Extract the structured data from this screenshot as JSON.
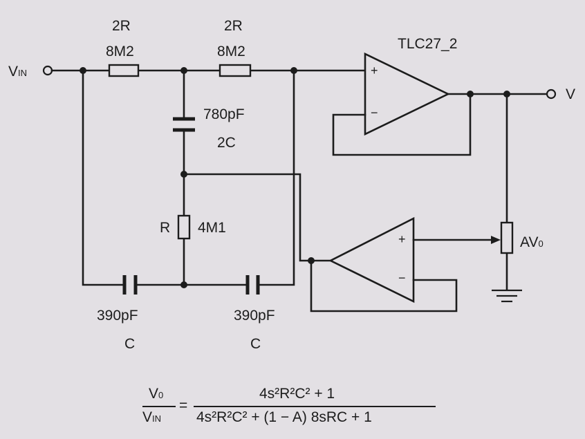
{
  "vin": {
    "main": "V",
    "sub": "IN"
  },
  "vout": "V",
  "r_top_left": {
    "name": "2R",
    "value": "8M2"
  },
  "r_top_right": {
    "name": "2R",
    "value": "8M2"
  },
  "opamp_top_label": "TLC27_2",
  "cap_mid": {
    "value": "780pF",
    "name": "2C"
  },
  "r_mid": {
    "name": "R",
    "value": "4M1"
  },
  "cap_left": {
    "value": "390pF",
    "name": "C"
  },
  "cap_right": {
    "value": "390pF",
    "name": "C"
  },
  "pot": {
    "main": "AV",
    "sub": "0"
  },
  "opamp_plus": "+",
  "opamp_minus": "−",
  "equation": {
    "lhs_num": {
      "main": "V",
      "sub": "0"
    },
    "lhs_den": {
      "main": "V",
      "sub": "IN"
    },
    "equals": "=",
    "rhs_num": "4s²R²C² + 1",
    "rhs_den": "4s²R²C² + (1 − A) 8sRC + 1"
  }
}
